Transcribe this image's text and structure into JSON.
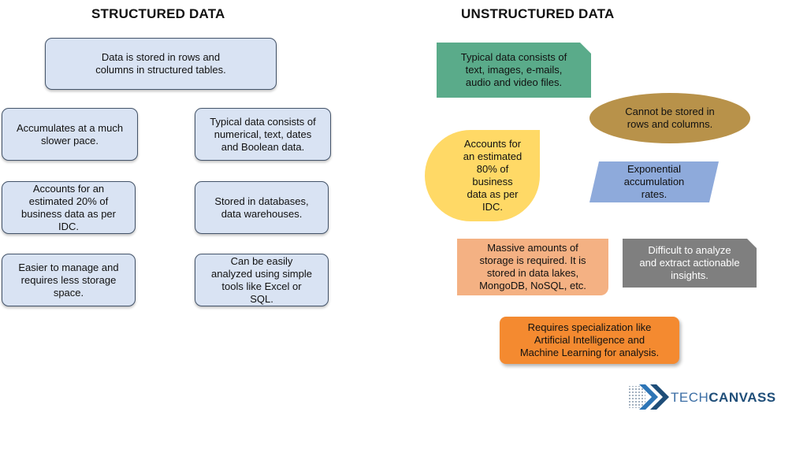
{
  "structured": {
    "heading": "STRUCTURED DATA",
    "boxes": [
      "Data is stored in rows and\ncolumns in structured tables.",
      "Accumulates at a much\nslower pace.",
      "Typical data consists of\nnumerical, text, dates\nand Boolean data.",
      "Accounts for an\nestimated 20% of\nbusiness data as per\nIDC.",
      "Stored in databases,\ndata warehouses.",
      "Easier to manage and\nrequires less storage\nspace.",
      "Can be easily\nanalyzed using simple\ntools like Excel or\nSQL."
    ]
  },
  "unstructured": {
    "heading": "UNSTRUCTURED DATA",
    "typical": "Typical data consists of\ntext, images, e-mails,\naudio and video files.",
    "cannot_store": "Cannot be stored in\nrows and columns.",
    "accounts": "Accounts for\nan estimated\n80% of\nbusiness\ndata as per\nIDC.",
    "exponential": "Exponential\naccumulation\nrates.",
    "massive": "Massive amounts of\nstorage is required. It is\nstored in data lakes,\nMongoDB,  NoSQL, etc.",
    "difficult": "Difficult to analyze\nand extract actionable\ninsights.",
    "requires": "Requires specialization  like\nArtificial Intelligence and\nMachine Learning for analysis."
  },
  "logo": {
    "part1": "TECH",
    "part2": "CANVASS"
  },
  "colors": {
    "blue_fill": "#d9e3f3",
    "green": "#5aab8a",
    "brown": "#b8924a",
    "yellow": "#ffd966",
    "periwinkle": "#8eaadb",
    "salmon": "#f4b183",
    "gray": "#7f7f7f",
    "orange": "#f48a30",
    "logo_blue": "#2e75b6"
  }
}
